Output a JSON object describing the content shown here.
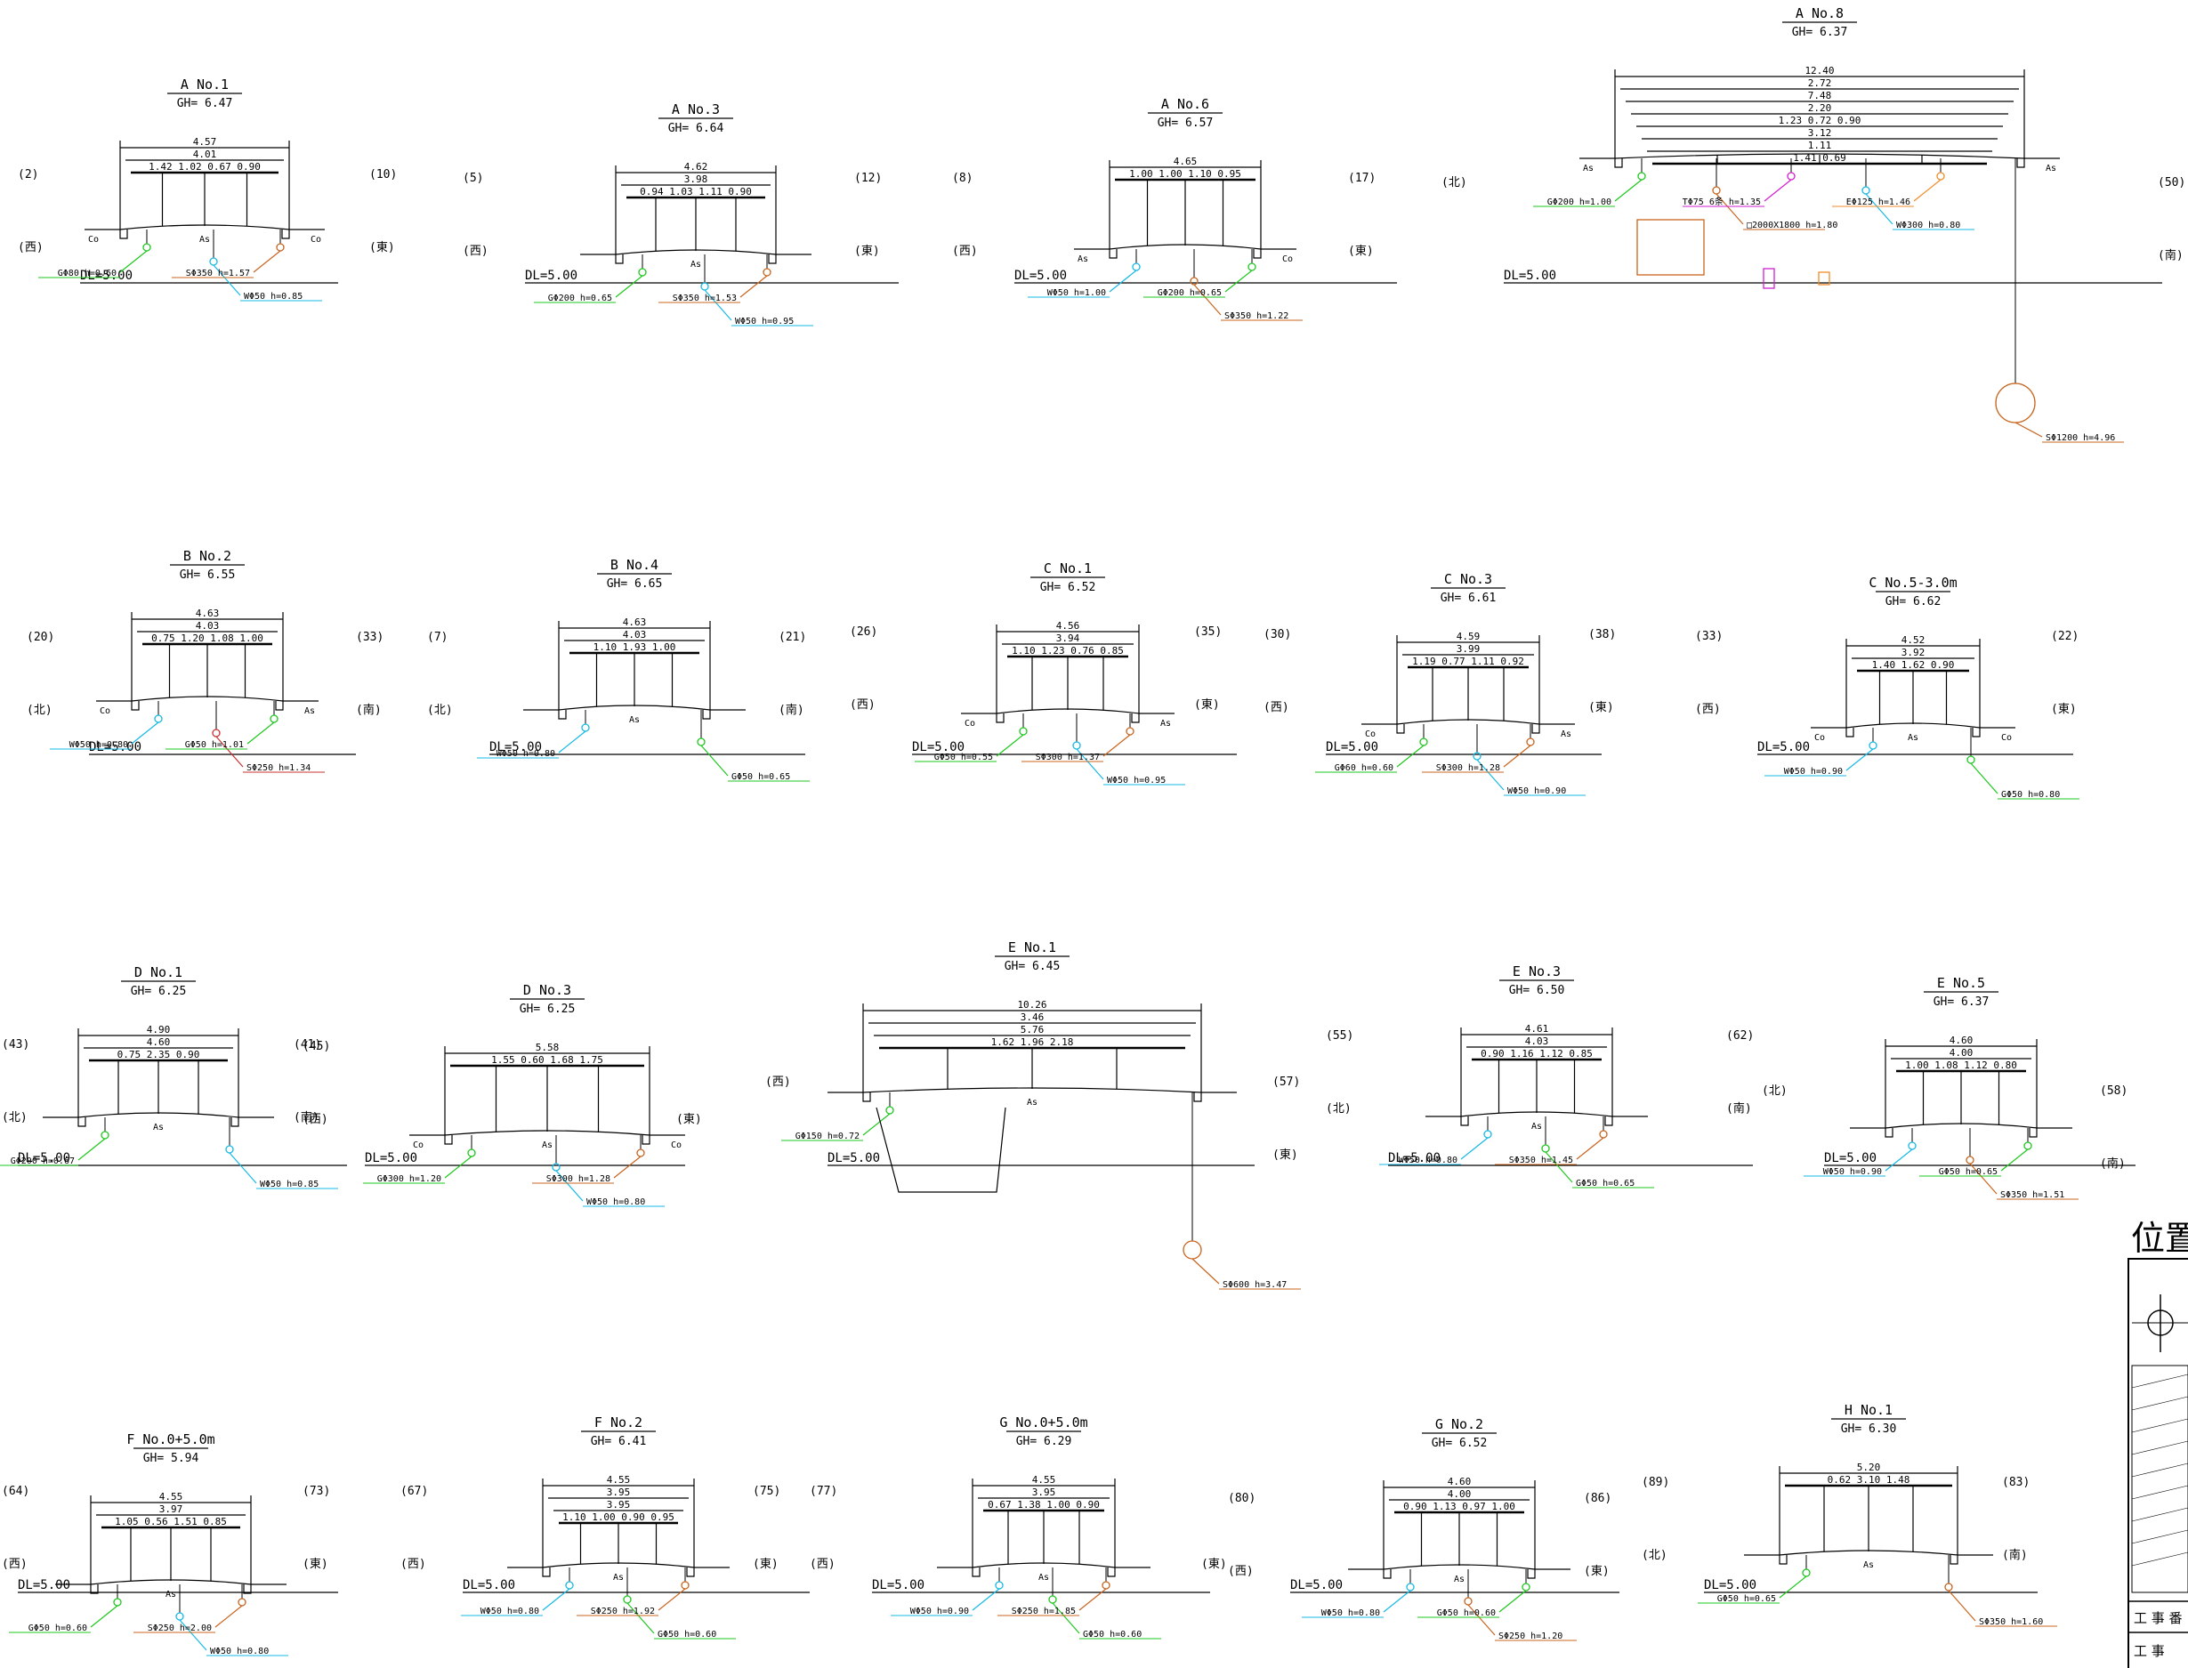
{
  "colors": {
    "green": "#1ec81e",
    "cyan": "#16b9e6",
    "orange": "#c8641e",
    "magenta": "#d21ed2",
    "amber": "#f08c28",
    "red": "#c83232",
    "line": "#000000"
  },
  "legend": {
    "title": "位置",
    "row1": "工 事 番",
    "row2": "工  事"
  },
  "sections": [
    {
      "title": "A No.1",
      "gh": "GH= 6.47",
      "left": "(2)",
      "right": "(10)",
      "dirL": "(西)",
      "dirR": "(東)",
      "dl": "DL=5.00",
      "dims": [
        "4.57",
        "4.01",
        "1.42 1.02 0.67 0.90"
      ],
      "extra": [
        "Co",
        "As",
        "Co"
      ],
      "pipes": [
        {
          "t": "GΦ80 h=0.60",
          "c": "green"
        },
        {
          "t": "WΦ50 h=0.85",
          "c": "cyan"
        },
        {
          "t": "SΦ350 h=1.57",
          "c": "orange"
        }
      ]
    },
    {
      "title": "A No.3",
      "gh": "GH= 6.64",
      "left": "(5)",
      "right": "(12)",
      "dirL": "(西)",
      "dirR": "(東)",
      "dl": "DL=5.00",
      "dims": [
        "4.62",
        "3.98",
        "0.94 1.03 1.11 0.90"
      ],
      "extra": [
        "As"
      ],
      "pipes": [
        {
          "t": "GΦ200 h=0.65",
          "c": "green"
        },
        {
          "t": "WΦ50 h=0.95",
          "c": "cyan"
        },
        {
          "t": "SΦ350 h=1.53",
          "c": "orange"
        }
      ]
    },
    {
      "title": "A No.6",
      "gh": "GH= 6.57",
      "left": "(8)",
      "right": "(17)",
      "dirL": "(西)",
      "dirR": "(東)",
      "dl": "DL=5.00",
      "dims": [
        "4.65",
        "1.00 1.00 1.10 0.95"
      ],
      "extra": [
        "As",
        "Co"
      ],
      "pipes": [
        {
          "t": "WΦ50 h=1.00",
          "c": "cyan"
        },
        {
          "t": "SΦ350 h=1.22",
          "c": "orange"
        },
        {
          "t": "GΦ200 h=0.65",
          "c": "green"
        }
      ]
    },
    {
      "title": "A No.8",
      "gh": "GH= 6.37",
      "left": "(北)",
      "right": "(50)",
      "dirL": "",
      "dirR": "(南)",
      "dl": "DL=5.00",
      "dims": [
        "12.40",
        "2.72",
        "7.48",
        "2.20",
        "1.23 0.72 0.90",
        "3.12",
        "1.11",
        "1.41 0.69"
      ],
      "extra": [
        "As",
        "As"
      ],
      "pipes": [
        {
          "t": "GΦ200 h=1.00",
          "c": "green"
        },
        {
          "t": "□2000X1800 h=1.80",
          "c": "orange"
        },
        {
          "t": "TΦ75 6条 h=1.35",
          "c": "magenta"
        },
        {
          "t": "WΦ300 h=0.80",
          "c": "cyan"
        },
        {
          "t": "EΦ125 h=1.46",
          "c": "amber"
        },
        {
          "t": "SΦ1200 h=4.96",
          "c": "orange"
        }
      ]
    },
    {
      "title": "B No.2",
      "gh": "GH= 6.55",
      "left": "(20)",
      "right": "(33)",
      "dirL": "(北)",
      "dirR": "(南)",
      "dl": "DL=5.00",
      "dims": [
        "4.63",
        "4.03",
        "0.75 1.20 1.08 1.00"
      ],
      "extra": [
        "Co",
        "As"
      ],
      "pipes": [
        {
          "t": "WΦ50 h=0.80",
          "c": "cyan"
        },
        {
          "t": "SΦ250 h=1.34",
          "c": "red"
        },
        {
          "t": "GΦ50 h=1.01",
          "c": "green"
        }
      ]
    },
    {
      "title": "B No.4",
      "gh": "GH= 6.65",
      "left": "(7)",
      "right": "(21)",
      "dirL": "(北)",
      "dirR": "(南)",
      "dl": "DL=5.00",
      "dims": [
        "4.63",
        "4.03",
        "1.10 1.93 1.00"
      ],
      "extra": [
        "As"
      ],
      "pipes": [
        {
          "t": "WΦ50 h=0.80",
          "c": "cyan"
        },
        {
          "t": "GΦ50 h=0.65",
          "c": "green"
        }
      ]
    },
    {
      "title": "C No.1",
      "gh": "GH= 6.52",
      "left": "(26)",
      "right": "(35)",
      "dirL": "(西)",
      "dirR": "(東)",
      "dl": "DL=5.00",
      "dims": [
        "4.56",
        "3.94",
        "1.10 1.23 0.76 0.85"
      ],
      "extra": [
        "Co",
        "As"
      ],
      "pipes": [
        {
          "t": "GΦ50 h=0.55",
          "c": "green"
        },
        {
          "t": "WΦ50 h=0.95",
          "c": "cyan"
        },
        {
          "t": "SΦ300 h=1.37",
          "c": "orange"
        }
      ]
    },
    {
      "title": "C No.3",
      "gh": "GH= 6.61",
      "left": "(30)",
      "right": "(38)",
      "dirL": "(西)",
      "dirR": "(東)",
      "dl": "DL=5.00",
      "dims": [
        "4.59",
        "3.99",
        "1.19 0.77 1.11 0.92"
      ],
      "extra": [
        "Co",
        "As"
      ],
      "pipes": [
        {
          "t": "GΦ60 h=0.60",
          "c": "green"
        },
        {
          "t": "WΦ50 h=0.90",
          "c": "cyan"
        },
        {
          "t": "SΦ300 h=1.28",
          "c": "orange"
        }
      ]
    },
    {
      "title": "C No.5-3.0m",
      "gh": "GH= 6.62",
      "left": "(33)",
      "right": "(22)",
      "dirL": "(西)",
      "dirR": "(東)",
      "dl": "DL=5.00",
      "dims": [
        "4.52",
        "3.92",
        "1.40 1.62 0.90"
      ],
      "extra": [
        "Co",
        "As",
        "Co"
      ],
      "pipes": [
        {
          "t": "WΦ50 h=0.90",
          "c": "cyan"
        },
        {
          "t": "GΦ50 h=0.80",
          "c": "green"
        }
      ]
    },
    {
      "title": "D No.1",
      "gh": "GH= 6.25",
      "left": "(43)",
      "right": "(41)",
      "dirL": "(北)",
      "dirR": "(南)",
      "dl": "DL=5.00",
      "dims": [
        "4.90",
        "4.60",
        "0.75 2.35 0.90"
      ],
      "extra": [
        "As"
      ],
      "pipes": [
        {
          "t": "GΦ200 h=0.67",
          "c": "green"
        },
        {
          "t": "WΦ50 h=0.85",
          "c": "cyan"
        }
      ]
    },
    {
      "title": "D No.3",
      "gh": "GH= 6.25",
      "left": "(45)",
      "right": "",
      "dirL": "(西)",
      "dirR": "(東)",
      "dl": "DL=5.00",
      "dims": [
        "5.58",
        "1.55 0.60 1.68 1.75"
      ],
      "extra": [
        "Co",
        "As",
        "Co"
      ],
      "pipes": [
        {
          "t": "GΦ300 h=1.20",
          "c": "green"
        },
        {
          "t": "WΦ50 h=0.80",
          "c": "cyan"
        },
        {
          "t": "SΦ300 h=1.28",
          "c": "orange"
        }
      ]
    },
    {
      "title": "E No.1",
      "gh": "GH= 6.45",
      "left": "(西)",
      "right": "(57)",
      "dirL": "",
      "dirR": "(東)",
      "dl": "DL=5.00",
      "dims": [
        "10.26",
        "3.46",
        "5.76",
        "1.62 1.96 2.18"
      ],
      "extra": [
        "As"
      ],
      "pipes": [
        {
          "t": "GΦ150 h=0.72",
          "c": "green"
        },
        {
          "t": "SΦ600 h=3.47",
          "c": "orange"
        }
      ]
    },
    {
      "title": "E No.3",
      "gh": "GH= 6.50",
      "left": "(55)",
      "right": "(62)",
      "dirL": "(北)",
      "dirR": "(南)",
      "dl": "DL=5.00",
      "dims": [
        "4.61",
        "4.03",
        "0.90 1.16 1.12 0.85"
      ],
      "extra": [
        "As"
      ],
      "pipes": [
        {
          "t": "WΦ50 h=0.80",
          "c": "cyan"
        },
        {
          "t": "GΦ50 h=0.65",
          "c": "green"
        },
        {
          "t": "SΦ350 h=1.45",
          "c": "orange"
        }
      ]
    },
    {
      "title": "E No.5",
      "gh": "GH= 6.37",
      "left": "(北)",
      "right": "(58)",
      "dirL": "",
      "dirR": "(南)",
      "dl": "DL=5.00",
      "dims": [
        "4.60",
        "4.00",
        "1.00 1.08 1.12 0.80"
      ],
      "extra": [],
      "pipes": [
        {
          "t": "WΦ50 h=0.90",
          "c": "cyan"
        },
        {
          "t": "SΦ350 h=1.51",
          "c": "orange"
        },
        {
          "t": "GΦ50 h=0.65",
          "c": "green"
        }
      ]
    },
    {
      "title": "F No.0+5.0m",
      "gh": "GH= 5.94",
      "left": "(64)",
      "right": "(73)",
      "dirL": "(西)",
      "dirR": "(東)",
      "dl": "DL=5.00",
      "dims": [
        "4.55",
        "3.97",
        "1.05 0.56 1.51 0.85"
      ],
      "extra": [
        "As"
      ],
      "pipes": [
        {
          "t": "GΦ50 h=0.60",
          "c": "green"
        },
        {
          "t": "WΦ50 h=0.80",
          "c": "cyan"
        },
        {
          "t": "SΦ250 h=2.00",
          "c": "orange"
        }
      ]
    },
    {
      "title": "F No.2",
      "gh": "GH= 6.41",
      "left": "(67)",
      "right": "(75)",
      "dirL": "(西)",
      "dirR": "(東)",
      "dl": "DL=5.00",
      "dims": [
        "4.55",
        "3.95",
        "3.95",
        "1.10 1.00 0.90 0.95"
      ],
      "extra": [
        "As"
      ],
      "pipes": [
        {
          "t": "WΦ50 h=0.80",
          "c": "cyan"
        },
        {
          "t": "GΦ50 h=0.60",
          "c": "green"
        },
        {
          "t": "SΦ250 h=1.92",
          "c": "orange"
        }
      ]
    },
    {
      "title": "G No.0+5.0m",
      "gh": "GH= 6.29",
      "left": "(77)",
      "right": "",
      "dirL": "(西)",
      "dirR": "(東)",
      "dl": "DL=5.00",
      "dims": [
        "4.55",
        "3.95",
        "0.67 1.38 1.00 0.90"
      ],
      "extra": [
        "As"
      ],
      "pipes": [
        {
          "t": "WΦ50 h=0.90",
          "c": "cyan"
        },
        {
          "t": "GΦ50 h=0.60",
          "c": "green"
        },
        {
          "t": "SΦ250 h=1.85",
          "c": "orange"
        }
      ]
    },
    {
      "title": "G No.2",
      "gh": "GH= 6.52",
      "left": "(80)",
      "right": "(86)",
      "dirL": "(西)",
      "dirR": "(東)",
      "dl": "DL=5.00",
      "dims": [
        "4.60",
        "4.00",
        "0.90 1.13 0.97 1.00"
      ],
      "extra": [
        "As"
      ],
      "pipes": [
        {
          "t": "WΦ50 h=0.80",
          "c": "cyan"
        },
        {
          "t": "SΦ250 h=1.20",
          "c": "orange"
        },
        {
          "t": "GΦ50 h=0.60",
          "c": "green"
        }
      ]
    },
    {
      "title": "H No.1",
      "gh": "GH= 6.30",
      "left": "(89)",
      "right": "(83)",
      "dirL": "(北)",
      "dirR": "(南)",
      "dl": "DL=5.00",
      "dims": [
        "5.20",
        "0.62 3.10 1.48"
      ],
      "extra": [
        "As"
      ],
      "pipes": [
        {
          "t": "GΦ50 h=0.65",
          "c": "green"
        },
        {
          "t": "SΦ350 h=1.60",
          "c": "orange"
        }
      ]
    }
  ]
}
